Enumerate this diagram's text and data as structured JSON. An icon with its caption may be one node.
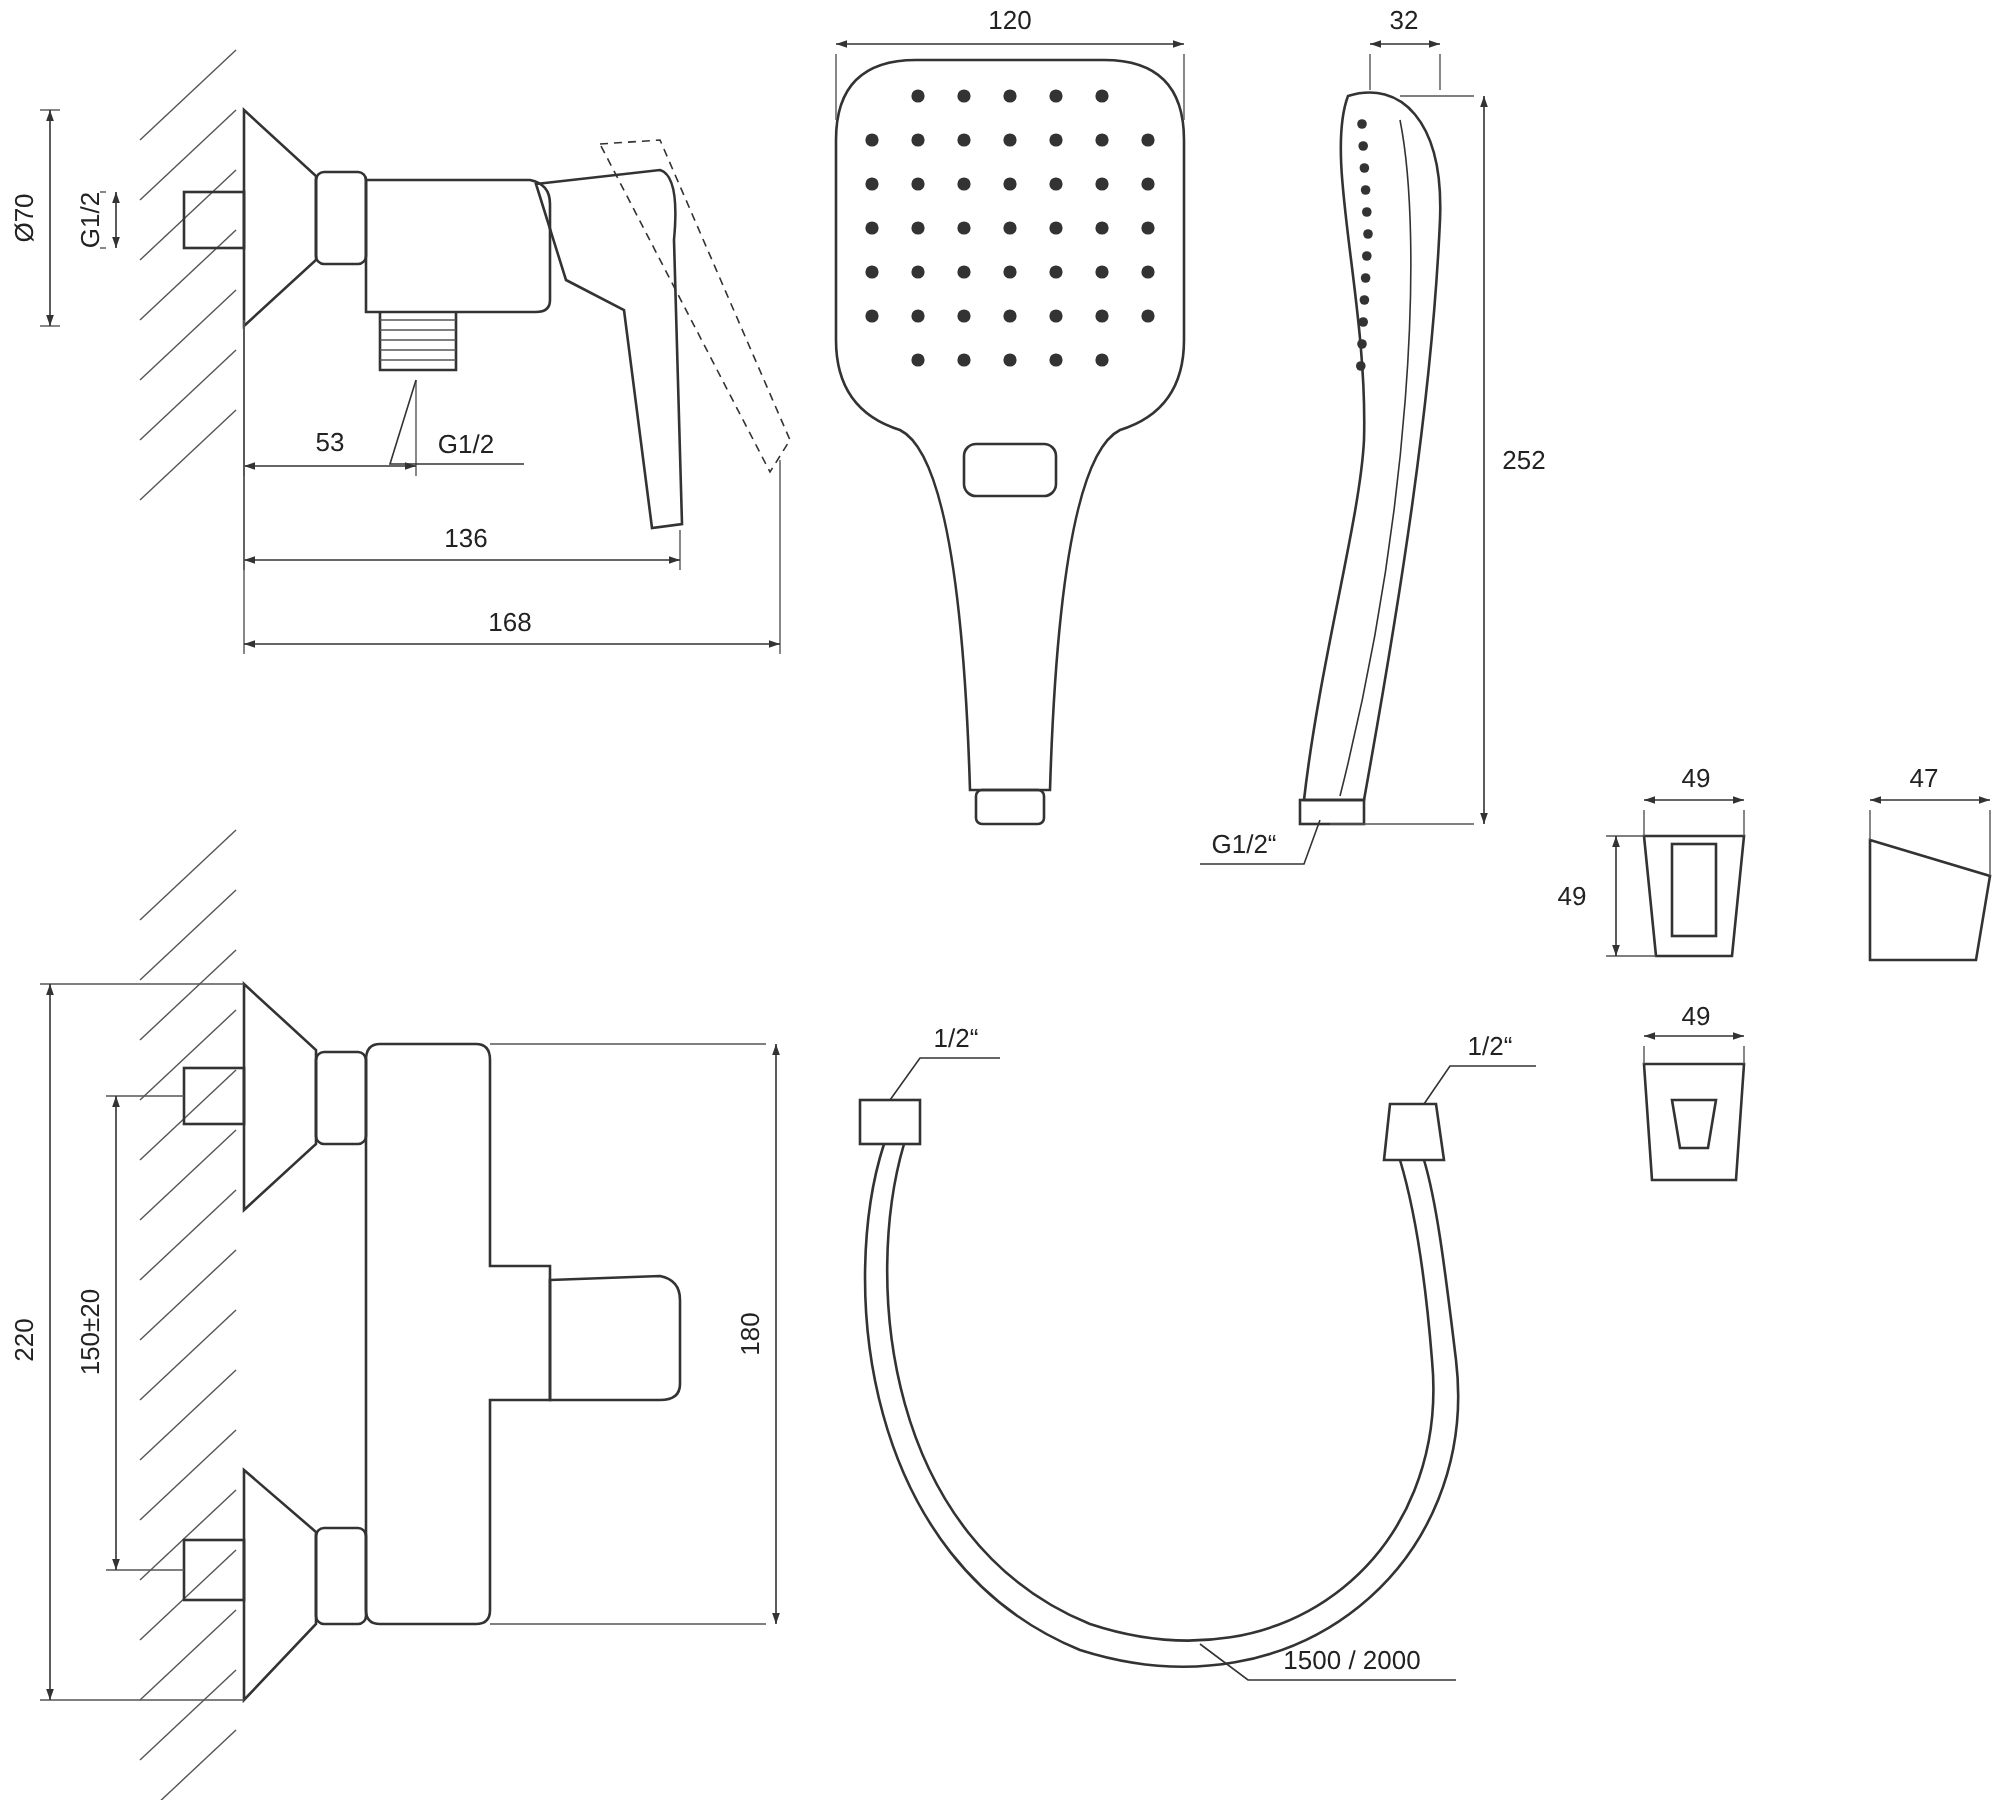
{
  "diagram": {
    "nodes": [
      {
        "text": [
          "G1/2"
        ]
      },
      {
        "text": [
          "G1/2“"
        ]
      },
      {
        "text": [
          "1/2“"
        ]
      },
      {
        "text": [
          "1/2“"
        ]
      },
      {
        "text": [
          "1500 / 2000"
        ]
      }
    ],
    "edges": [
      {
        "from": 0,
        "to": null,
        "arrow": "none"
      },
      {
        "from": 1,
        "to": null,
        "arrow": "none"
      },
      {
        "from": 2,
        "to": null,
        "arrow": "none"
      },
      {
        "from": 3,
        "to": null,
        "arrow": "none"
      },
      {
        "from": 4,
        "to": null,
        "arrow": "none"
      }
    ],
    "labels": [
      "Ø70",
      "G1/2",
      "120",
      "32",
      "53",
      "252",
      "136",
      "168",
      "49",
      "47",
      "49",
      "49",
      "220",
      "150±20",
      "180"
    ]
  }
}
